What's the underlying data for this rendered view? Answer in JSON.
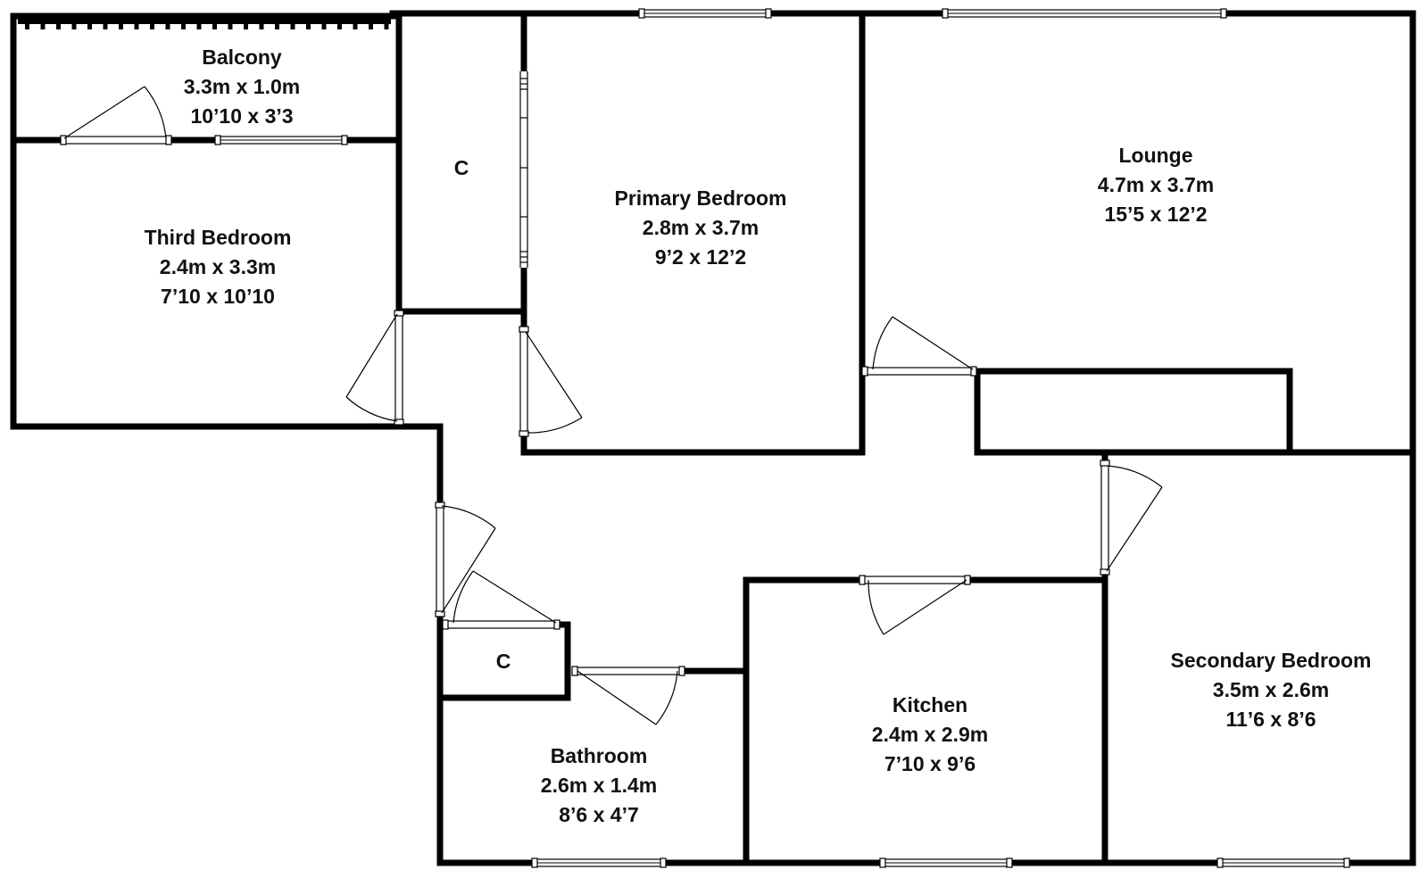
{
  "colors": {
    "wall": "#000000",
    "background": "#ffffff",
    "text": "#111111"
  },
  "rooms": {
    "balcony": {
      "name": "Balcony",
      "metric": "3.3m x 1.0m",
      "imperial": "10’10 x 3’3"
    },
    "third": {
      "name": "Third Bedroom",
      "metric": "2.4m x 3.3m",
      "imperial": "7’10 x 10’10"
    },
    "cupboard1": {
      "name": "C"
    },
    "primary": {
      "name": "Primary Bedroom",
      "metric": "2.8m x 3.7m",
      "imperial": "9’2 x 12’2"
    },
    "lounge": {
      "name": "Lounge",
      "metric": "4.7m x 3.7m",
      "imperial": "15’5 x 12’2"
    },
    "cupboard2": {
      "name": "C"
    },
    "bathroom": {
      "name": "Bathroom",
      "metric": "2.6m x 1.4m",
      "imperial": "8’6 x 4’7"
    },
    "kitchen": {
      "name": "Kitchen",
      "metric": "2.4m x 2.9m",
      "imperial": "7’10 x 9’6"
    },
    "secondary": {
      "name": "Secondary Bedroom",
      "metric": "3.5m x 2.6m",
      "imperial": "11’6 x 8’6"
    }
  }
}
